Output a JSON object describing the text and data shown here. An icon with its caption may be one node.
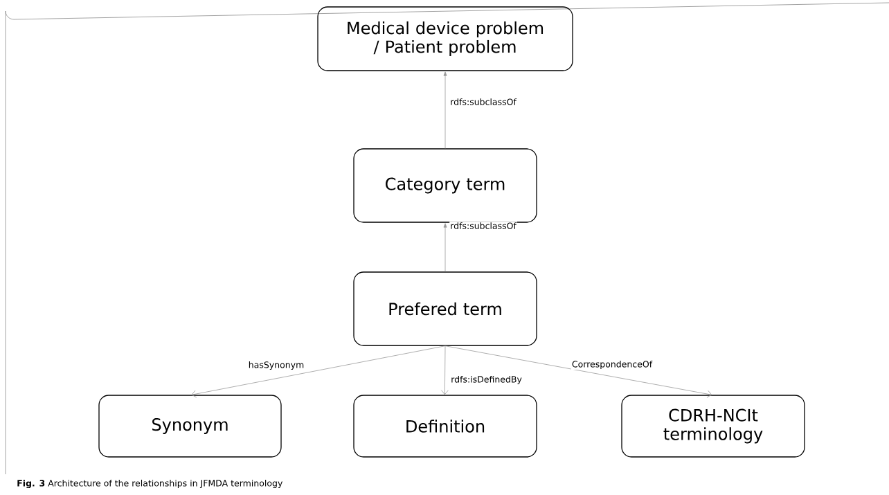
{
  "diagram": {
    "caption": "**Fig. 3** Architecture of the relationships in JFMDA terminology",
    "nodes": [
      {
        "text": [
          "Medical device problem / Patient problem"
        ]
      },
      {
        "text": [
          "Category term"
        ]
      },
      {
        "text": [
          "Prefered term"
        ]
      },
      {
        "text": [
          "Synonym"
        ]
      },
      {
        "text": [
          "Definition"
        ]
      },
      {
        "text": [
          "CDRH-NCIt terminology"
        ]
      }
    ],
    "edges": [
      {
        "from": 1,
        "to": 0,
        "arrow": "to",
        "label": "rdfs:subclassOf"
      },
      {
        "from": 2,
        "to": 1,
        "arrow": "to",
        "label": "rdfs:subclassOf"
      },
      {
        "from": 2,
        "to": 3,
        "arrow": "to",
        "label": "hasSynonym"
      },
      {
        "from": 2,
        "to": 4,
        "arrow": "to",
        "label": "rdfs:isDefinedBy"
      },
      {
        "from": 2,
        "to": 5,
        "arrow": "to",
        "label": "CorrespondenceOf"
      }
    ]
  }
}
